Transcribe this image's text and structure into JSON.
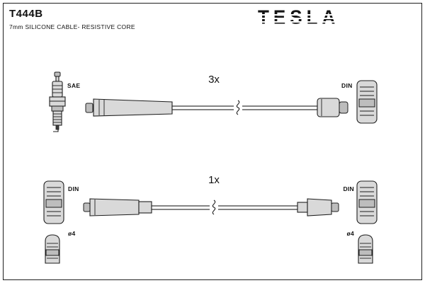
{
  "header": {
    "part_number": "T444B",
    "subtitle": "7mm SILICONE CABLE- RESISTIVE CORE"
  },
  "brand": {
    "logo_text": "TESLA"
  },
  "top_assembly": {
    "qty_label": "3x",
    "plug_standard_label": "SAE",
    "right_connector_label": "DIN"
  },
  "bottom_assembly": {
    "qty_label": "1x",
    "left_connector_label": "DIN",
    "right_connector_label": "DIN",
    "left_terminal_dia": "ø4",
    "right_terminal_dia": "ø4"
  },
  "colors": {
    "line": "#1f1f1f",
    "fill_light": "#d9d9d9",
    "fill_mid": "#bdbdbd",
    "background": "#ffffff"
  }
}
